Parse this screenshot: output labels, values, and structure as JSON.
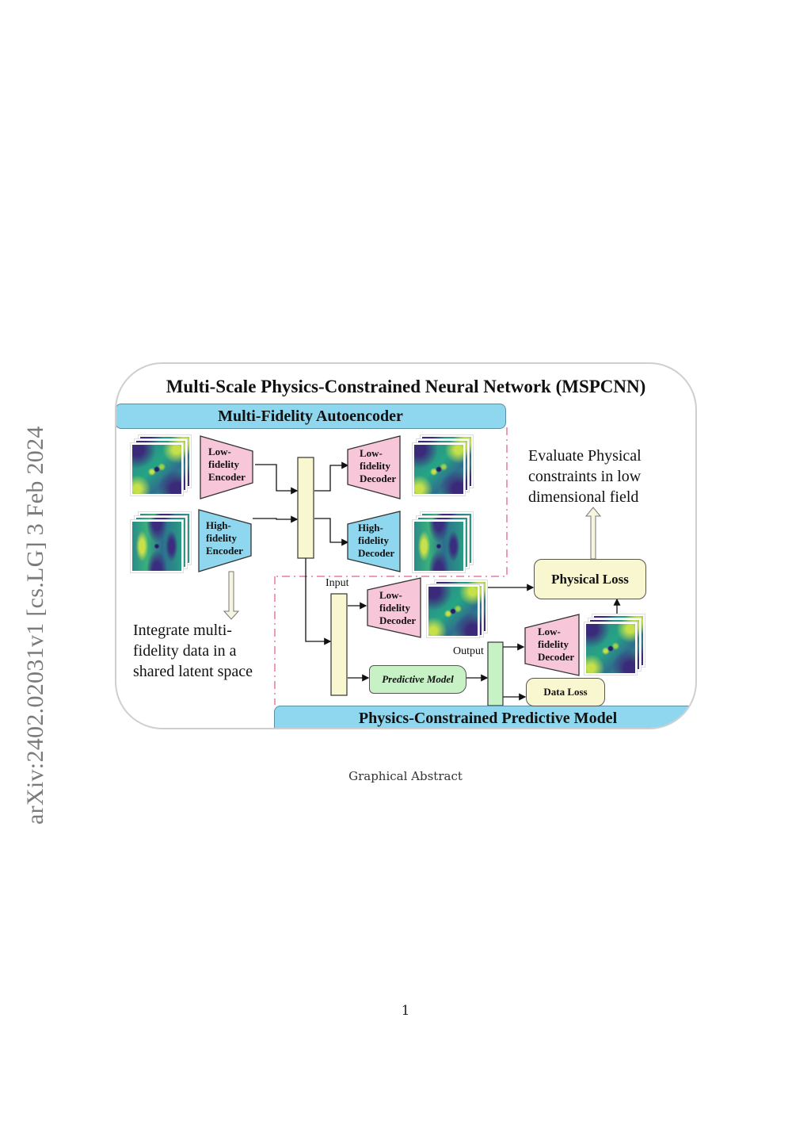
{
  "arxiv_stamp": "arXiv:2402.02031v1  [cs.LG]  3 Feb 2024",
  "figure": {
    "title": "Multi-Scale Physics-Constrained Neural Network (MSPCNN)",
    "sections": {
      "autoencoder": "Multi-Fidelity Autoencoder",
      "predictive": "Physics-Constrained Predictive Model"
    },
    "blocks": {
      "lf_encoder": [
        "Low-",
        "fidelity",
        "Encoder"
      ],
      "hf_encoder": [
        "High-",
        "fidelity",
        "Encoder"
      ],
      "lf_decoder": [
        "Low-",
        "fidelity",
        "Decoder"
      ],
      "hf_decoder": [
        "High-",
        "fidelity",
        "Decoder"
      ],
      "lf_decoder_input": [
        "Low-",
        "fidelity",
        "Decoder"
      ],
      "lf_decoder_output": [
        "Low-",
        "fidelity",
        "Decoder"
      ],
      "predictive_model": "Predictive Model",
      "physical_loss": "Physical Loss",
      "data_loss": "Data Loss"
    },
    "labels": {
      "input": "Input",
      "output": "Output"
    },
    "notes": {
      "integrate": [
        "Integrate multi-",
        "fidelity data in a",
        "shared latent space"
      ],
      "evaluate": [
        "Evaluate Physical",
        "constraints in low",
        "dimensional field"
      ]
    },
    "colors": {
      "low_fidelity": "#f7c6d9",
      "high_fidelity": "#8fd6ef",
      "latent": "#f9f7d0",
      "predictive": "#c6f2c6",
      "loss_box": "#f9f7d0",
      "dashed_border": "#ef9ab8"
    }
  },
  "caption": "Graphical Abstract",
  "page_number": "1"
}
